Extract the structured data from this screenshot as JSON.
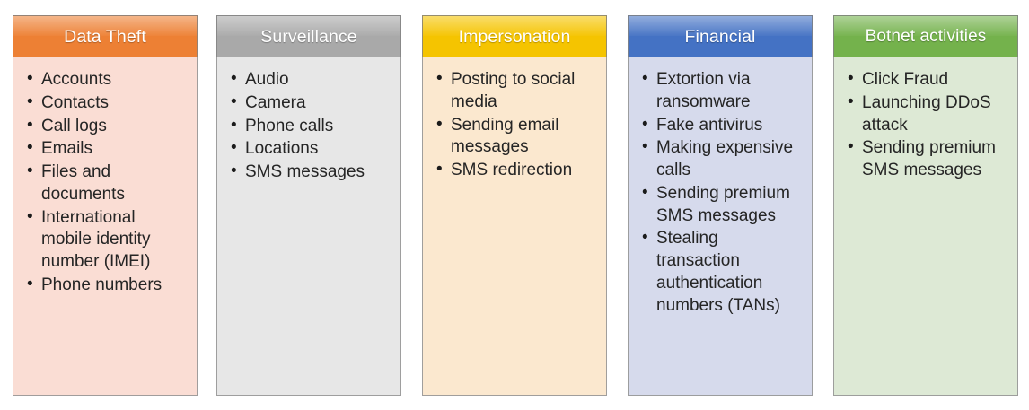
{
  "diagram": {
    "type": "category-columns",
    "column_count": 5,
    "columns": [
      {
        "id": "data-theft",
        "title": "Data Theft",
        "header_color": "#ED8034",
        "body_color": "#FADDD4",
        "items": [
          "Accounts",
          "Contacts",
          "Call logs",
          "Emails",
          "Files and documents",
          "International mobile identity number (IMEI)",
          "Phone numbers"
        ]
      },
      {
        "id": "surveillance",
        "title": "Surveillance",
        "header_color": "#A9A9A9",
        "body_color": "#E7E7E7",
        "items": [
          "Audio",
          "Camera",
          "Phone calls",
          "Locations",
          "SMS messages"
        ]
      },
      {
        "id": "impersonation",
        "title": "Impersonation",
        "header_color": "#F5C400",
        "body_color": "#FBE8CF",
        "items": [
          "Posting to social media",
          "Sending email messages",
          "SMS redirection"
        ]
      },
      {
        "id": "financial",
        "title": "Financial",
        "header_color": "#4472C4",
        "body_color": "#D6DAEC",
        "items": [
          "Extortion via ransomware",
          "Fake antivirus",
          "Making expensive calls",
          "Sending premium SMS messages",
          "Stealing transaction authentication numbers (TANs)"
        ]
      },
      {
        "id": "botnet",
        "title": "Botnet activities",
        "header_color": "#74B24C",
        "body_color": "#DDE9D5",
        "items": [
          "Click Fraud",
          "Launching DDoS attack",
          "Sending premium SMS messages"
        ]
      }
    ]
  }
}
